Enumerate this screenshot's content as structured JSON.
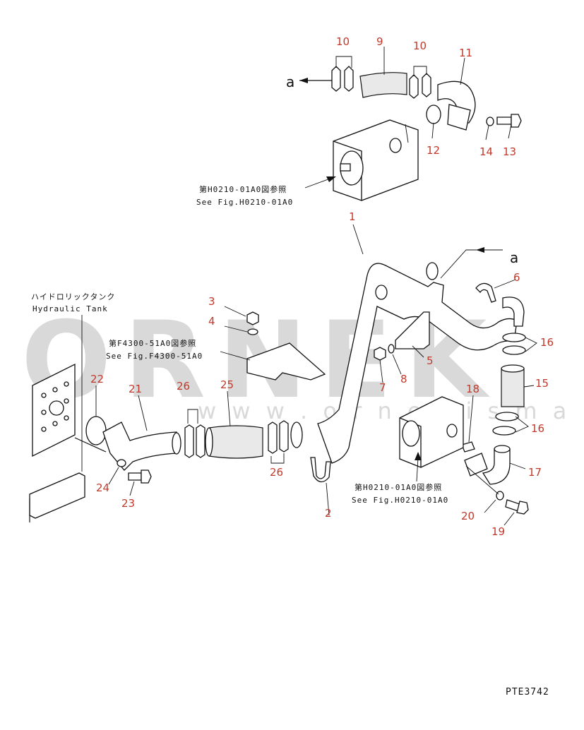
{
  "watermark": {
    "brand": "ORNEK",
    "url": "w w w . o r n e k i s m a k i n a l a r i . c o m . t r"
  },
  "drawing_code": "PTE3742",
  "references": [
    {
      "id": "ref-top",
      "ja": "第H0210-01A0図参照",
      "en": "See Fig.H0210-01A0"
    },
    {
      "id": "ref-mid",
      "ja": "第F4300-51A0図参照",
      "en": "See Fig.F4300-51A0"
    },
    {
      "id": "ref-right",
      "ja": "第H0210-01A0図参照",
      "en": "See Fig.H0210-01A0"
    }
  ],
  "tank_label": {
    "ja": "ハイドロリックタンク",
    "en": "Hydraulic Tank"
  },
  "arrow_marks": [
    "a",
    "a"
  ],
  "part_numbers": [
    "1",
    "2",
    "3",
    "4",
    "5",
    "6",
    "7",
    "8",
    "9",
    "10",
    "10",
    "11",
    "12",
    "13",
    "14",
    "15",
    "16",
    "16",
    "17",
    "18",
    "19",
    "20",
    "21",
    "22",
    "23",
    "24",
    "25",
    "26",
    "26"
  ]
}
